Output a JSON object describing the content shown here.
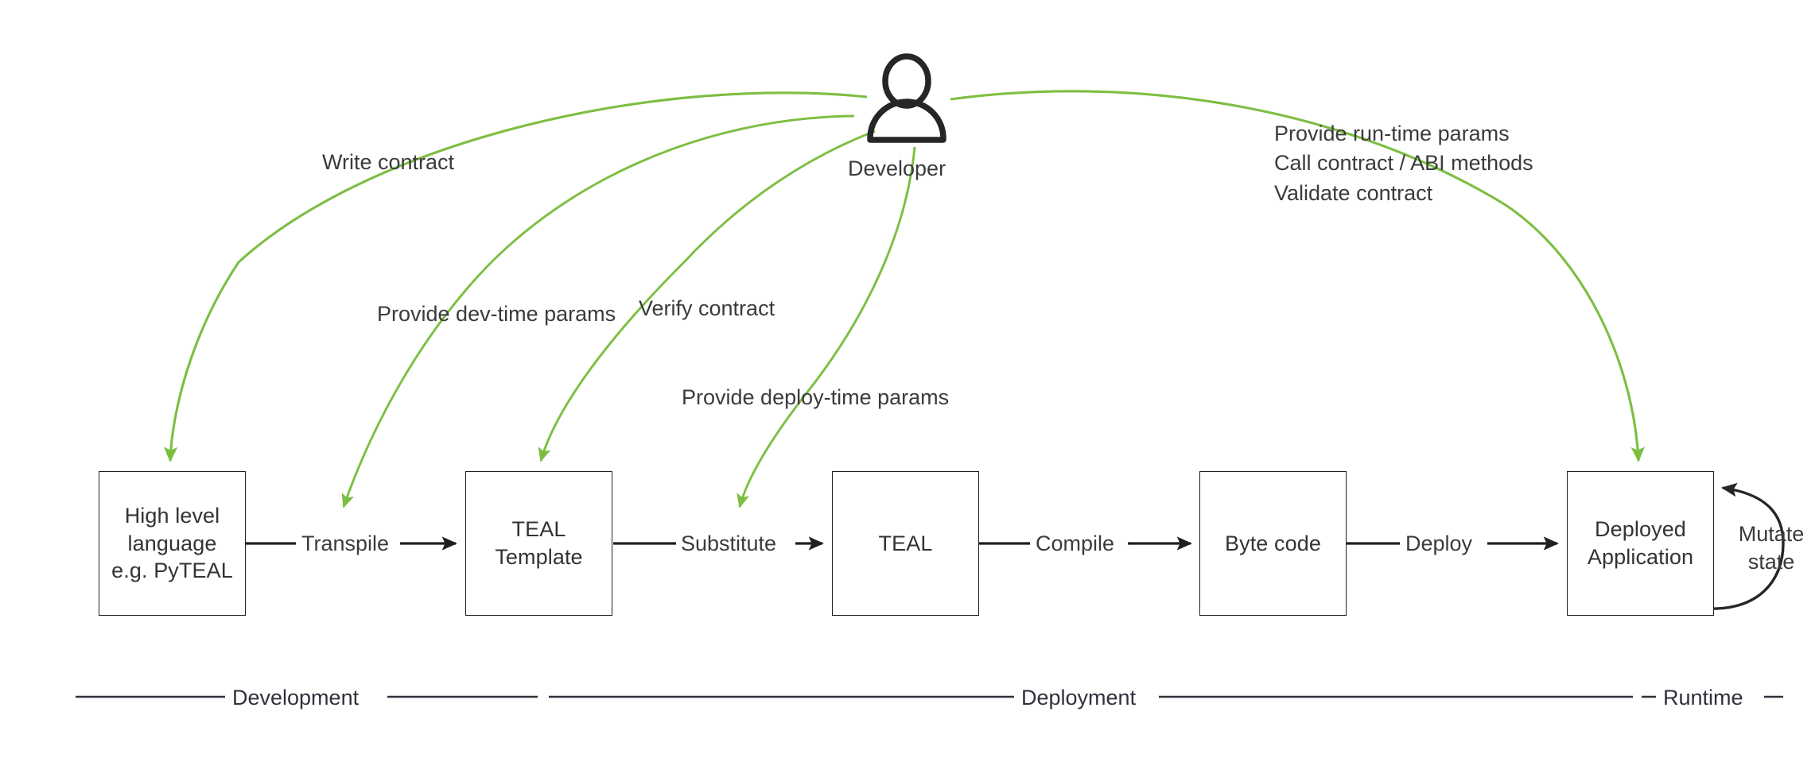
{
  "diagram": {
    "actor": {
      "name": "Developer",
      "icon": "person-icon"
    },
    "nodes": [
      {
        "id": "high-level-language",
        "label": "High level\nlanguage\ne.g. PyTEAL"
      },
      {
        "id": "teal-template",
        "label": "TEAL\nTemplate"
      },
      {
        "id": "teal",
        "label": "TEAL"
      },
      {
        "id": "byte-code",
        "label": "Byte code"
      },
      {
        "id": "deployed-application",
        "label": "Deployed\nApplication"
      }
    ],
    "flow_labels": [
      {
        "id": "transpile",
        "label": "Transpile"
      },
      {
        "id": "substitute",
        "label": "Substitute"
      },
      {
        "id": "compile",
        "label": "Compile"
      },
      {
        "id": "deploy",
        "label": "Deploy"
      }
    ],
    "self_loop": {
      "id": "mutate-state",
      "label": "Mutate\nstate",
      "line1": "Mutate",
      "line2": "state"
    },
    "actor_actions": [
      {
        "id": "write-contract",
        "label": "Write contract",
        "target": "high-level-language"
      },
      {
        "id": "provide-dev-time-params",
        "label": "Provide dev-time params",
        "target": "transpile"
      },
      {
        "id": "verify-contract",
        "label": "Verify contract",
        "target": "teal-template"
      },
      {
        "id": "provide-deploy-time-params",
        "label": "Provide deploy-time params",
        "target": "substitute"
      }
    ],
    "runtime_actions": {
      "id": "runtime-actions",
      "lines": [
        "Provide run-time params",
        "Call contract / ABI methods",
        "Validate contract"
      ],
      "target": "deployed-application"
    },
    "phases": [
      {
        "id": "development",
        "label": "Development"
      },
      {
        "id": "deployment",
        "label": "Deployment"
      },
      {
        "id": "runtime",
        "label": "Runtime"
      }
    ],
    "colors": {
      "green_edge": "#7DBE42",
      "black_edge": "#1f1f1f",
      "box_border": "#1f1f1f",
      "text": "#3b3b3b",
      "background": "#ffffff"
    }
  }
}
